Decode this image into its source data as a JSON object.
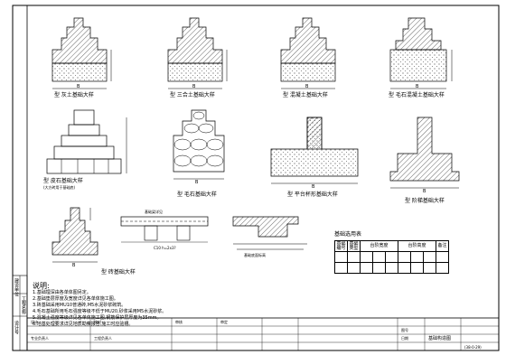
{
  "sheet": {
    "drawing_title": "基础构造图",
    "drawing_code": "(38-0-29)"
  },
  "sections": {
    "row1": [
      {
        "caption": "型 灰土基础大样",
        "label": "B"
      },
      {
        "caption": "型 三合土基础大样",
        "label": "B"
      },
      {
        "caption": "型 混凝土基础大样",
        "label": "B"
      },
      {
        "caption": "型 毛石混凝土基础大样",
        "label": "B"
      }
    ],
    "row2": [
      {
        "caption": "型 皮石基础大样",
        "note": "(大方砖用于基础底)"
      },
      {
        "caption": "型 毛石基础大样",
        "label": "B"
      },
      {
        "caption": "型 平台杯形基础大样",
        "label": "B"
      },
      {
        "caption": "型 阶梯基础大样",
        "label": "B"
      }
    ],
    "row3": [
      {
        "caption": "型 砖基础大样",
        "label": "B"
      }
    ]
  },
  "annotations": {
    "scale_note": "C10 h=2x3?",
    "bottom_note": "基础底面标高",
    "detail_label": "基础梁详见"
  },
  "table": {
    "title": "基础选用表",
    "headers": [
      "基础编号",
      "基础类型",
      "台阶宽度",
      "台阶高度",
      "备注"
    ],
    "rows": [
      [
        "",
        "",
        "",
        "",
        ""
      ],
      [
        "",
        "",
        "",
        "",
        ""
      ]
    ]
  },
  "notes": {
    "title": "说明:",
    "lines": [
      "1.基础埋深由各单体图另定。",
      "2.基础垫层厚度及宽度详见各单体施工图。",
      "3.砖基础采用MU10普通砖,M5水泥砂浆砌筑。",
      "4.毛石基础所用毛石强度等级不低于MU20,砂浆采用M5水泥砂浆。",
      "5.混凝土强度等级详见各单体施工图,钢筋保护层厚度为35mm。",
      "6.地基处理要求详见地质勘察报告,施工时应验槽。"
    ]
  },
  "side_labels": [
    "建设单位",
    "工程名称",
    "设计号"
  ],
  "title_block": {
    "cells": [
      "设计",
      "校对",
      "审核",
      "审定",
      "专业负责人",
      "工程负责人",
      "图号",
      "日期"
    ]
  }
}
